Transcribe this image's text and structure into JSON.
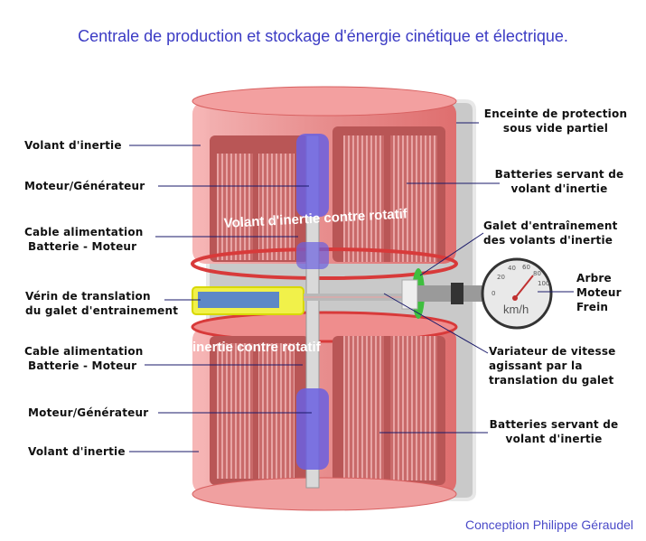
{
  "title": "Centrale de production et stockage d'énergie cinétique et électrique.",
  "footer": "Conception Philippe Géraudel",
  "drum_text": {
    "top": "Volant d'inertie contre rotatif",
    "bottom": "inertie contre rotatif"
  },
  "gauge": {
    "unit": "km/h",
    "ticks": [
      "0",
      "20",
      "40",
      "60",
      "80",
      "100"
    ]
  },
  "labels_left": [
    {
      "lines": [
        "Volant d'inertie"
      ]
    },
    {
      "lines": [
        "Moteur/Générateur"
      ]
    },
    {
      "lines": [
        "Cable alimentation",
        "Batterie - Moteur"
      ]
    },
    {
      "lines": [
        "Vérin de translation",
        "du galet d'entrainement"
      ]
    },
    {
      "lines": [
        "Cable alimentation",
        "Batterie - Moteur"
      ]
    },
    {
      "lines": [
        "Moteur/Générateur"
      ]
    },
    {
      "lines": [
        "Volant d'inertie"
      ]
    }
  ],
  "labels_right": [
    {
      "lines": [
        "Enceinte de protection",
        "sous vide partiel"
      ]
    },
    {
      "lines": [
        "Batteries servant de",
        "volant d'inertie"
      ]
    },
    {
      "lines": [
        "Galet d'entraînement",
        "des volants d'inertie"
      ]
    },
    {
      "lines": [
        "Arbre",
        "Moteur",
        "Frein"
      ]
    },
    {
      "lines": [
        "Variateur de vitesse",
        "agissant par la",
        "translation du galet"
      ]
    },
    {
      "lines": [
        "Batteries servant de",
        "volant d'inertie"
      ]
    }
  ],
  "colors": {
    "title": "#3b3bc4",
    "drum": "#e04848",
    "motor": "#5a4fd8",
    "leader": "#1a1a6a"
  }
}
